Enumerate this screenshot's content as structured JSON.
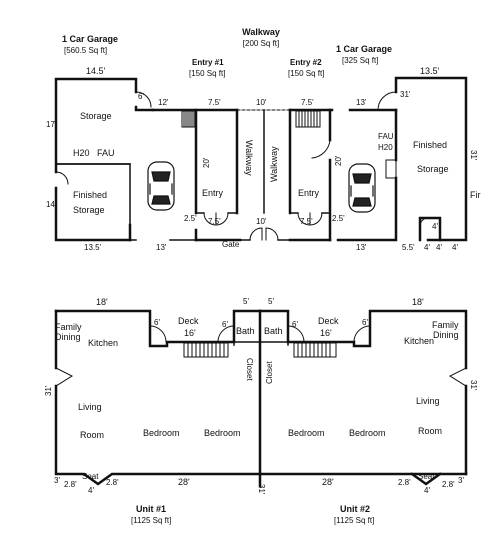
{
  "top": {
    "garage_left": {
      "title": "1 Car Garage",
      "area": "[560.5 Sq ft]"
    },
    "walkway": {
      "title": "Walkway",
      "area": "[200 Sq ft]"
    },
    "entry1": {
      "title": "Entry #1",
      "area": "[150 Sq ft]"
    },
    "entry2": {
      "title": "Entry #2",
      "area": "[150 Sq ft]"
    },
    "garage_right": {
      "title": "1 Car Garage",
      "area": "[325 Sq ft]"
    },
    "rooms": {
      "storage": "Storage",
      "h20": "H20",
      "fau": "FAU",
      "finished_storage_l1": "Finished",
      "finished_storage_l2": "Storage",
      "entry": "Entry",
      "walkway": "Walkway",
      "gate": "Gate",
      "fau_r": "FAU",
      "h20_r": "H20",
      "finished_r1": "Finished",
      "finished_r2": "Storage",
      "fin_clip": "Fir"
    },
    "dims": {
      "d14_5": "14.5'",
      "d13_5": "13.5'",
      "d6": "6'",
      "d12": "12'",
      "d7_5": "7.5'",
      "d10": "10'",
      "d13": "13'",
      "d31": "31'",
      "d20": "20'",
      "d2_5": "2.5'",
      "d5_5": "5.5'",
      "d4": "4'",
      "d17": "17'",
      "d14": "14'"
    }
  },
  "bottom": {
    "unit1": {
      "title": "Unit #1",
      "area": "[1125 Sq ft]"
    },
    "unit2": {
      "title": "Unit #2",
      "area": "[1125 Sq ft]"
    },
    "rooms": {
      "family": "Family",
      "dining": "Dining",
      "kitchen": "Kitchen",
      "deck": "Deck",
      "bath": "Bath",
      "closet": "Closet",
      "living": "Living",
      "room": "Room",
      "bedroom": "Bedroom",
      "seat": "Seat"
    },
    "dims": {
      "d18": "18'",
      "d5": "5'",
      "d16": "16'",
      "d6": "6'",
      "d31": "31'",
      "d28": "28'",
      "d3": "3'",
      "d2_8": "2.8'",
      "d4": "4'"
    }
  }
}
